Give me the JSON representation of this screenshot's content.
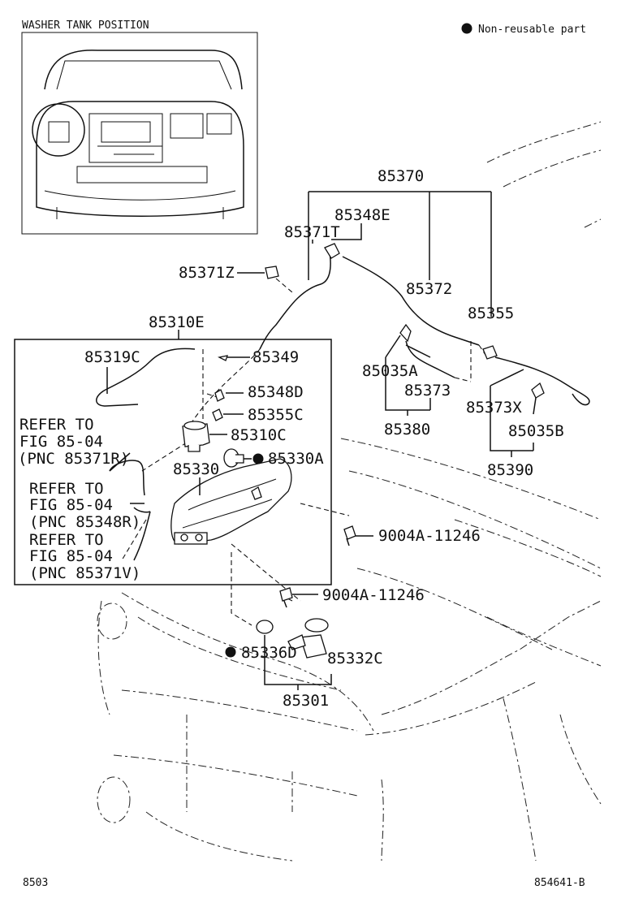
{
  "header": {
    "title": "WASHER TANK POSITION",
    "legend_text": "Non-reusable part"
  },
  "footer": {
    "figure_number": "8503",
    "illustration_id": "854641-B"
  },
  "callouts": {
    "p85370": "85370",
    "p85348E": "85348E",
    "p85371T": "85371T",
    "p85371Z": "85371Z",
    "p85372": "85372",
    "p85355": "85355",
    "p85310E": "85310E",
    "p85319C": "85319C",
    "p85349": "85349",
    "p85348D": "85348D",
    "p85355C": "85355C",
    "p85310C": "85310C",
    "p85330A": "85330A",
    "p85330": "85330",
    "p85035A": "85035A",
    "p85373": "85373",
    "p85380": "85380",
    "p85373X": "85373X",
    "p85035B": "85035B",
    "p85390": "85390",
    "bolt1": "9004A-11246",
    "bolt2": "9004A-11246",
    "p85336D": "85336D",
    "p85332C": "85332C",
    "p85301": "85301"
  },
  "refers": [
    {
      "line1": "REFER TO",
      "line2": "FIG 85-04",
      "line3": "(PNC 85371R)"
    },
    {
      "line1": "REFER TO",
      "line2": "FIG 85-04",
      "line3": "(PNC 85348R)"
    },
    {
      "line1": "REFER TO",
      "line2": "FIG 85-04",
      "line3": "(PNC 85371V)"
    }
  ]
}
